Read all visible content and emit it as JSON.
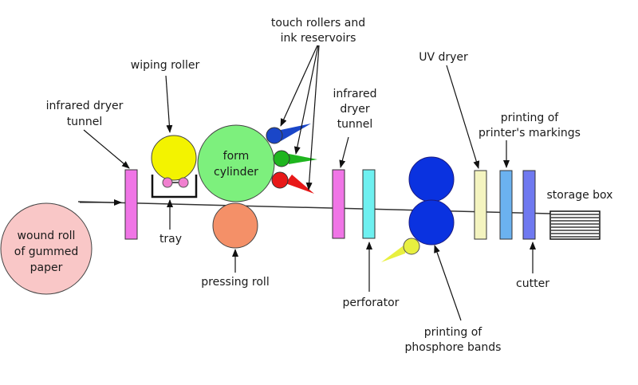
{
  "labels": {
    "touch_rollers_line1": "touch rollers and",
    "touch_rollers_line2": "ink reservoirs",
    "wiping_roller": "wiping roller",
    "uv_dryer": "UV dryer",
    "infrared_dryer_1_line1": "infrared dryer",
    "infrared_dryer_1_line2": "tunnel",
    "infrared_dryer_2_line1": "infrared",
    "infrared_dryer_2_line2": "dryer",
    "infrared_dryer_2_line3": "tunnel",
    "printers_markings_line1": "printing of",
    "printers_markings_line2": "printer's markings",
    "form_cylinder_line1": "form",
    "form_cylinder_line2": "cylinder",
    "storage_box": "storage box",
    "wound_roll_line1": "wound roll",
    "wound_roll_line2": "of gummed",
    "wound_roll_line3": "paper",
    "tray": "tray",
    "pressing_roll": "pressing roll",
    "perforator": "perforator",
    "cutter": "cutter",
    "phosphore_line1": "printing of",
    "phosphore_line2": "phosphore bands"
  },
  "colors": {
    "wound_roll": "#f9c7c7",
    "infrared_dryer": "#f075e6",
    "wiping_roller": "#f3f300",
    "tray_rollers": "#f07fcf",
    "form_cylinder": "#7df07d",
    "pressing_roll": "#f49068",
    "ink_blue": "#1a46c8",
    "ink_green": "#1fb51f",
    "ink_red": "#e81818",
    "perforator": "#6ef0f0",
    "phosphore_rollers": "#0a32e0",
    "phosphore_ink": "#e8f040",
    "uv_dryer": "#f4f4c0",
    "markings_printer": "#6bb2f0",
    "cutter": "#6f79f0",
    "paper_line": "#333333"
  }
}
